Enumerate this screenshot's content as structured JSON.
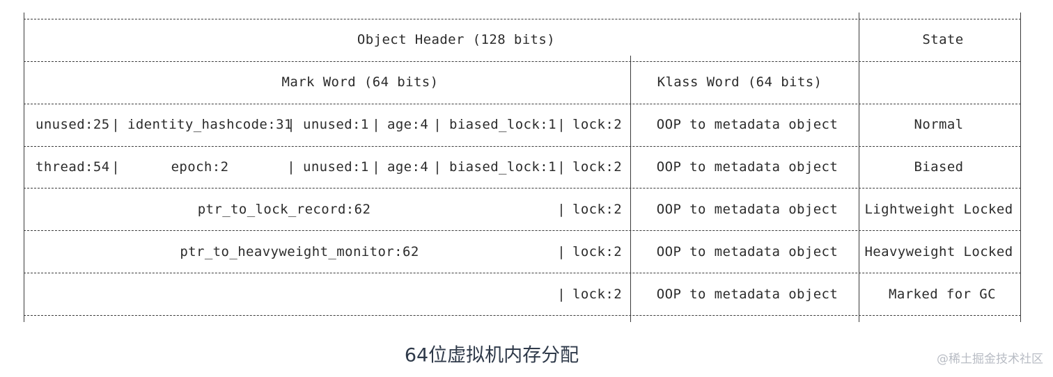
{
  "table": {
    "header": {
      "object_header": "Object Header (128 bits)",
      "state": "State",
      "mark_word": "Mark Word (64 bits)",
      "klass_word": "Klass Word (64 bits)"
    },
    "rows": [
      {
        "state": "Normal",
        "klass": "OOP to metadata object",
        "fields": [
          "unused:25",
          "identity_hashcode:31",
          "unused:1",
          "age:4",
          "biased_lock:1",
          "lock:2"
        ]
      },
      {
        "state": "Biased",
        "klass": "OOP to metadata object",
        "fields": [
          "thread:54",
          "epoch:2",
          "unused:1",
          "age:4",
          "biased_lock:1",
          "lock:2"
        ]
      },
      {
        "state": "Lightweight Locked",
        "klass": "OOP to metadata object",
        "fields": [
          "ptr_to_lock_record:62",
          "lock:2"
        ]
      },
      {
        "state": "Heavyweight Locked",
        "klass": "OOP to metadata object",
        "fields": [
          "ptr_to_heavyweight_monitor:62",
          "lock:2"
        ]
      },
      {
        "state": "Marked for GC",
        "klass": "OOP to metadata object",
        "fields": [
          "lock:2"
        ]
      }
    ]
  },
  "caption": "64位虚拟机内存分配",
  "watermark": "@稀土掘金技术社区"
}
